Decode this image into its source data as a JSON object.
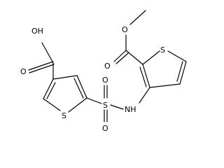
{
  "colors": {
    "bond": "#000000",
    "label": "#000000",
    "background": "#ffffff"
  },
  "labels": {
    "oh": "OH",
    "acid_carbonyl_o": "O",
    "thiophene_s_left": "S",
    "sulfonyl_s": "S",
    "sulfonyl_o_top": "O",
    "sulfonyl_o_bottom": "O",
    "nh": "NH",
    "thiophene_s_right": "S",
    "ester_ether_o": "O",
    "ester_carbonyl_o": "O"
  }
}
